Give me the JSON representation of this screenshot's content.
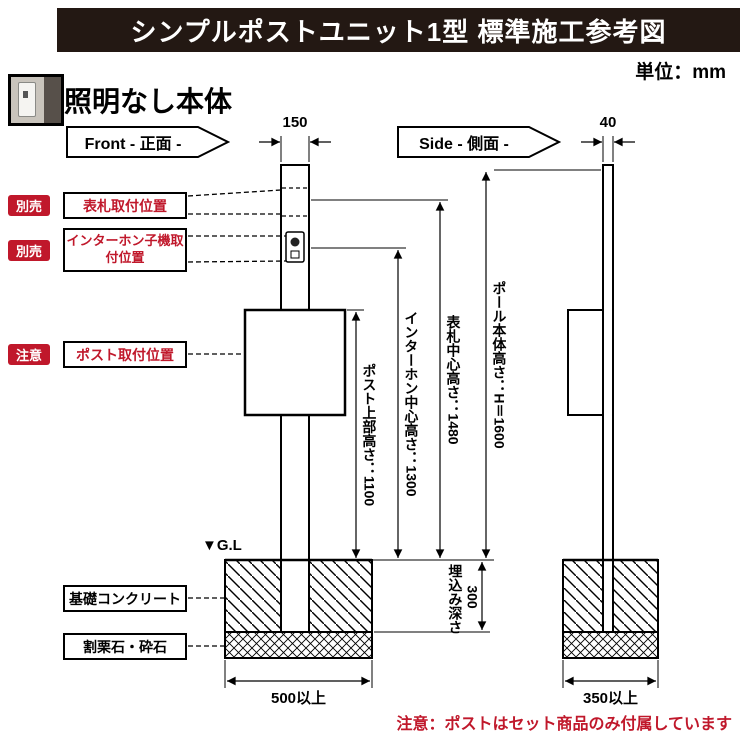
{
  "header": {
    "title": "シンプルポストユニット1型 標準施工参考図"
  },
  "unit": "単位：mm",
  "section_title": "照明なし本体",
  "front_view": {
    "label": "Front - 正面 -",
    "width": "150",
    "base": "500以上"
  },
  "side_view": {
    "label": "Side - 側面 -",
    "width": "40",
    "base": "350以上"
  },
  "callouts": {
    "nameplate_badge": "別売",
    "nameplate": "表札取付位置",
    "intercom_badge": "別売",
    "intercom": "インターホン子機取付位置",
    "post_badge": "注意",
    "post": "ポスト取付位置"
  },
  "heights": {
    "post_top": "ポスト上部高さ：1100",
    "intercom_center": "インターホン中心高さ：1300",
    "nameplate_center": "表札中心高さ：1480",
    "pole": "ポール本体高さ：H＝1600",
    "embed_label": "埋込み深さ",
    "embed_value": "300"
  },
  "ground": {
    "gl": "▼G.L",
    "foundation": "基礎コンクリート",
    "gravel": "割栗石・砕石"
  },
  "note": "注意：ポストはセット商品のみ付属しています",
  "colors": {
    "header_bg": "#231813",
    "accent_red": "#c0182b"
  }
}
